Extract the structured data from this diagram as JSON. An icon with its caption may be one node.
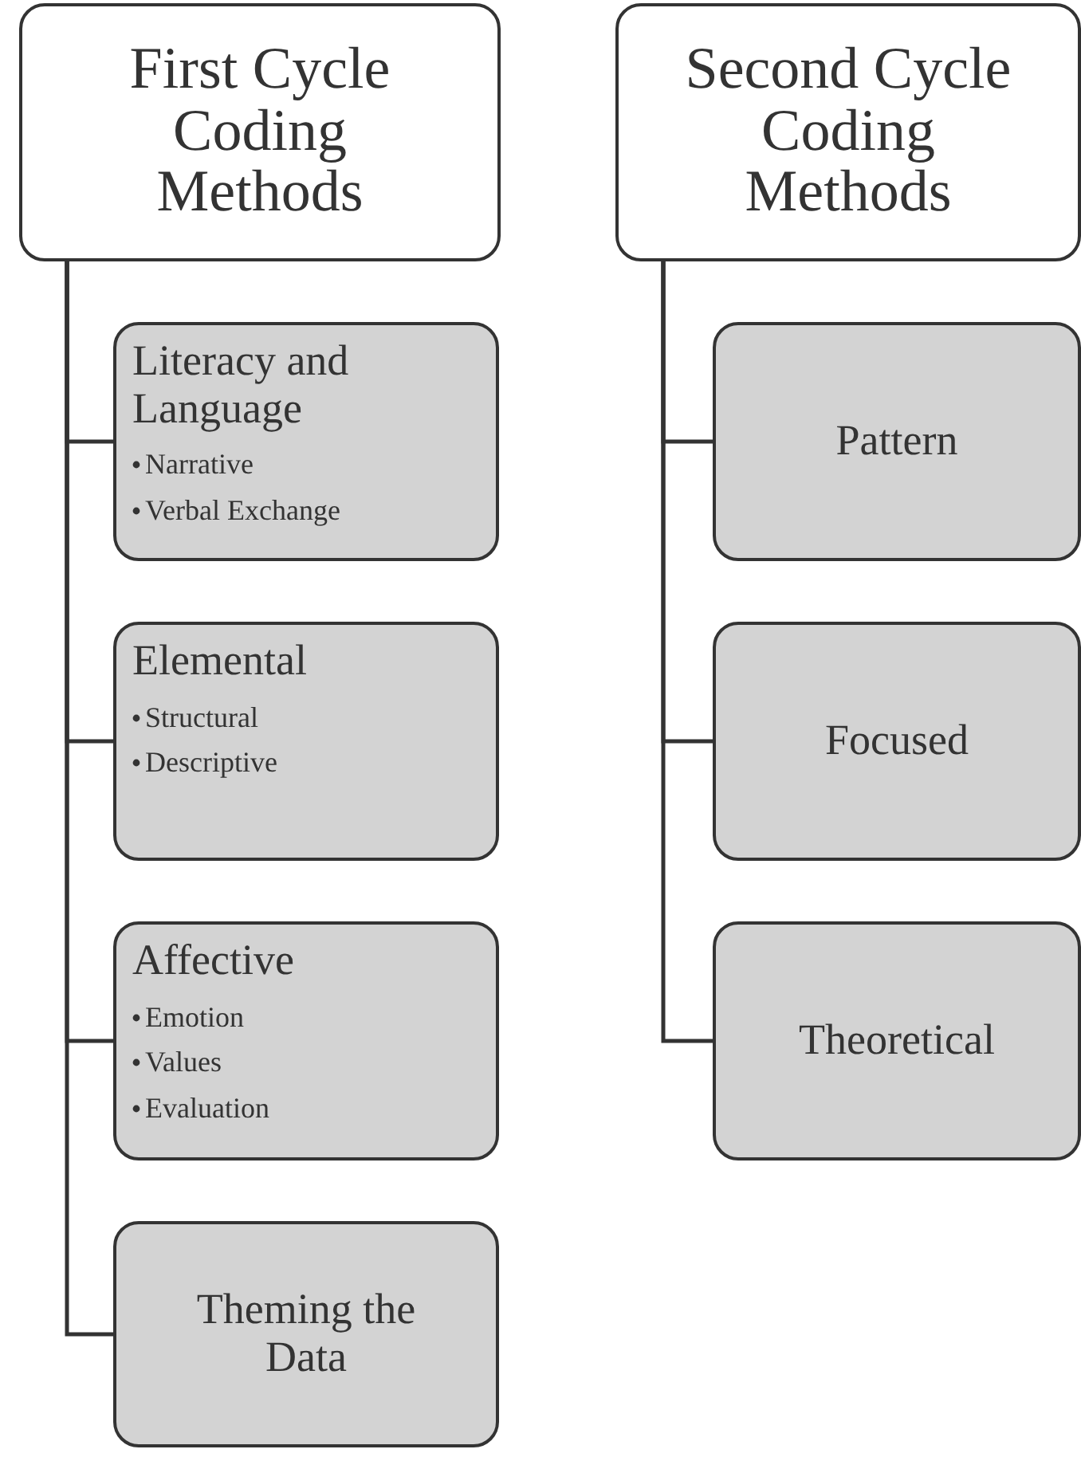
{
  "diagram": {
    "nodes": [
      {
        "text": [
          "First Cycle Coding Methods"
        ]
      },
      {
        "text": [
          "Literacy and Language",
          "Narrative",
          "Verbal Exchange"
        ]
      },
      {
        "text": [
          "Elemental",
          "Structural",
          "Descriptive"
        ]
      },
      {
        "text": [
          "Affective",
          "Emotion",
          "Values",
          "Evaluation"
        ]
      },
      {
        "text": [
          "Theming the Data"
        ]
      },
      {
        "text": [
          "Second Cycle Coding Methods"
        ]
      },
      {
        "text": [
          "Pattern"
        ]
      },
      {
        "text": [
          "Focused"
        ]
      },
      {
        "text": [
          "Theoretical"
        ]
      }
    ],
    "edges": [
      {
        "from": 0,
        "to": 1,
        "arrow": "none"
      },
      {
        "from": 0,
        "to": 2,
        "arrow": "none"
      },
      {
        "from": 0,
        "to": 3,
        "arrow": "none"
      },
      {
        "from": 0,
        "to": 4,
        "arrow": "none"
      },
      {
        "from": 5,
        "to": 6,
        "arrow": "none"
      },
      {
        "from": 5,
        "to": 7,
        "arrow": "none"
      },
      {
        "from": 5,
        "to": 8,
        "arrow": "none"
      }
    ]
  }
}
